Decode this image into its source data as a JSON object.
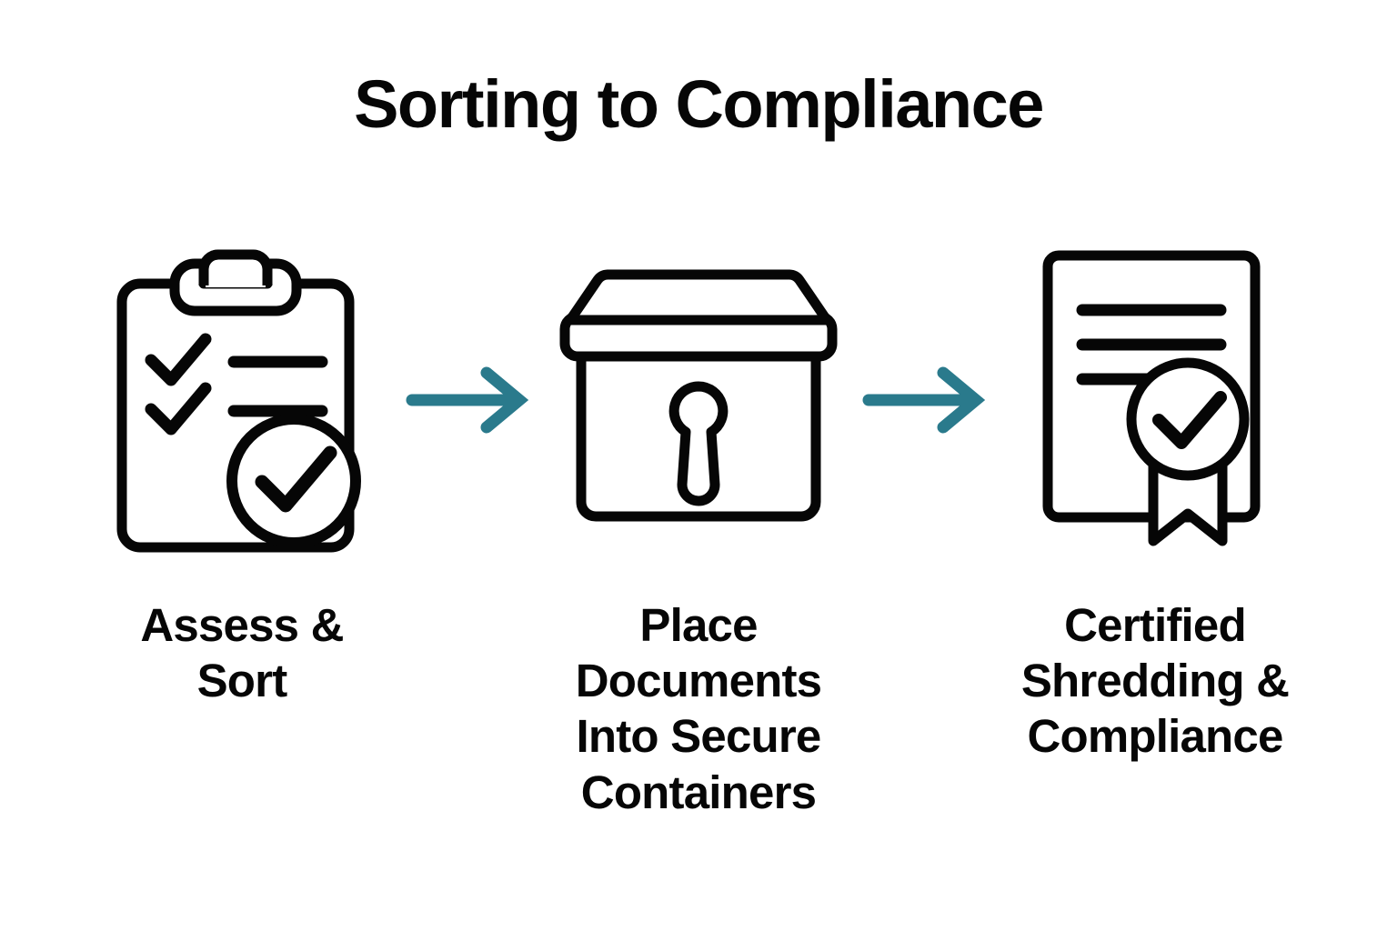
{
  "page": {
    "title": "Sorting to Compliance",
    "background_color": "#ffffff",
    "ink_color": "#060606",
    "accent_color": "#2A7A8C"
  },
  "steps": [
    {
      "index": 1,
      "icon": "clipboard-checklist-verified-icon",
      "label": "Assess &\nSort"
    },
    {
      "index": 2,
      "icon": "secure-lockbox-container-icon",
      "label": "Place Documents\nInto Secure\nContainers"
    },
    {
      "index": 3,
      "icon": "certificate-award-seal-icon",
      "label": "Certified\nShredding &\nCompliance"
    }
  ],
  "connectors": [
    {
      "index": 1,
      "icon": "arrow-right-icon",
      "color": "#2A7A8C"
    },
    {
      "index": 2,
      "icon": "arrow-right-icon",
      "color": "#2A7A8C"
    }
  ]
}
